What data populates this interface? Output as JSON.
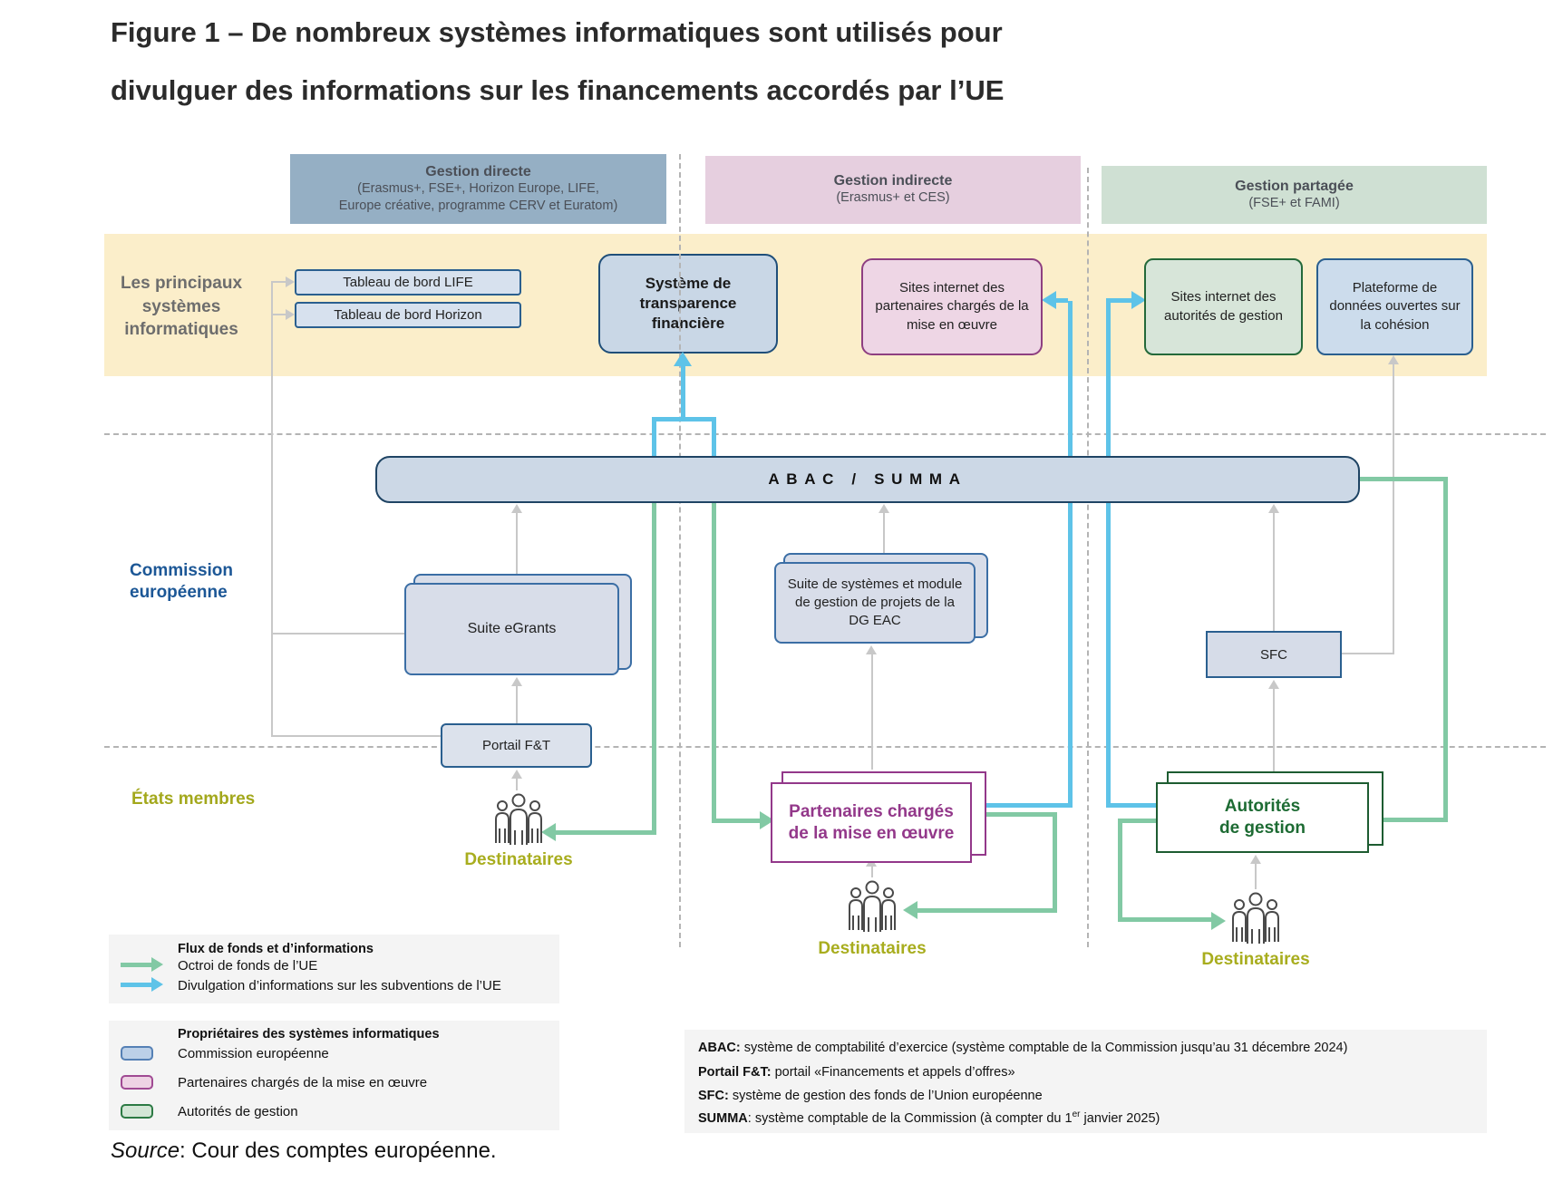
{
  "title": {
    "line1": "Figure 1 – De nombreux systèmes informatiques sont utilisés pour",
    "line2": "divulguer des informations sur les financements accordés par l’UE"
  },
  "headers": {
    "direct": {
      "title": "Gestion directe",
      "subtitle1": "(Erasmus+, FSE+, Horizon Europe, LIFE,",
      "subtitle2": "Europe créative, programme CERV et Euratom)"
    },
    "indirect": {
      "title": "Gestion indirecte",
      "subtitle": "(Erasmus+ et CES)"
    },
    "shared": {
      "title": "Gestion partagée",
      "subtitle": "(FSE+ et FAMI)"
    }
  },
  "band_label": "Les principaux systèmes informatiques",
  "systems": {
    "dashboard_life": "Tableau de bord LIFE",
    "dashboard_horizon": "Tableau de bord Horizon",
    "transparency": "Système de transparence financière",
    "partner_sites": "Sites internet des partenaires chargés de la mise en œuvre",
    "authority_sites": "Sites internet des autorités de gestion",
    "open_data_platform": "Plateforme de données ouvertes sur la cohésion",
    "abac_summa": "ABAC / SUMMA",
    "egrants": "Suite eGrants",
    "dg_eac": "Suite de systèmes et module de gestion de projets de la DG EAC",
    "ft_portal": "Portail F&T",
    "sfc": "SFC"
  },
  "actors": {
    "commission": "Commission européenne",
    "member_states": "États membres",
    "partners": "Partenaires chargés de la mise en œuvre",
    "authorities_line1": "Autorités",
    "authorities_line2": "de gestion",
    "recipients": "Destinataires"
  },
  "legend_flows": {
    "title": "Flux de fonds et d’informations",
    "items": [
      {
        "label": "Octroi de fonds de l’UE",
        "color": "#82c9a4"
      },
      {
        "label": "Divulgation d’informations sur les subventions de l’UE",
        "color": "#5ec3e8"
      }
    ]
  },
  "legend_owners": {
    "title": "Propriétaires des systèmes informatiques",
    "items": [
      {
        "label": "Commission européenne",
        "fill": "#bcd0e8",
        "stroke": "#5580b5"
      },
      {
        "label": "Partenaires chargés de la mise en œuvre",
        "fill": "#eed3e4",
        "stroke": "#a04a93"
      },
      {
        "label": "Autorités de gestion",
        "fill": "#d3e6d6",
        "stroke": "#2c7a44"
      }
    ]
  },
  "footnotes": [
    {
      "label": "ABAC:",
      "pre": " système de comptabilité d’exercice (système comptable de la Commission jusqu’au 31 décembre 2024)",
      "sup": "",
      "post": ""
    },
    {
      "label": "Portail F&T:",
      "pre": " portail «Financements et appels d’offres»",
      "sup": "",
      "post": ""
    },
    {
      "label": "SFC:",
      "pre": " système de gestion des fonds de l’Union européenne",
      "sup": "",
      "post": ""
    },
    {
      "label": "SUMMA",
      "pre": ": système comptable de la Commission (à compter du 1",
      "sup": "er",
      "post": " janvier 2025)"
    }
  ],
  "source": {
    "label": "Source",
    "text": ": Cour des comptes européenne."
  },
  "colors": {
    "band": "#fbeeca",
    "direct_header": "#95afc4",
    "indirect_header": "#e6cfdf",
    "shared_header": "#cfe0d3",
    "funds_flow_green": "#82c9a4",
    "info_flow_blue": "#5ec3e8",
    "commission_box_fill": "#d7e1ee",
    "commission_box_stroke": "#2a5f8f",
    "partner_stroke": "#93388a",
    "authority_stroke": "#1d6b33",
    "recipients_label": "#a8ad1e",
    "commission_label": "#1c5796",
    "gray_line": "#c8c8c8"
  }
}
